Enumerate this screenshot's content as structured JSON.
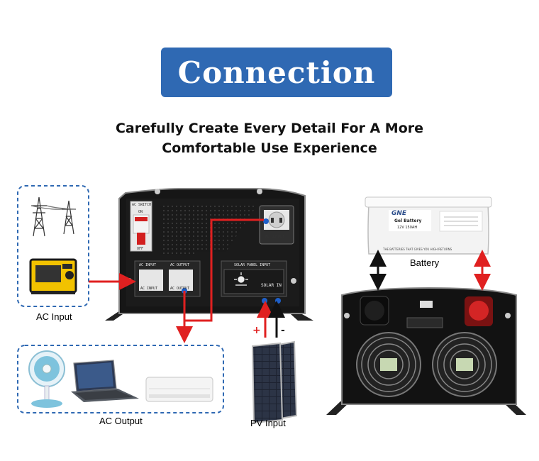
{
  "title": "Connection",
  "subtitle_line1": "Carefully Create Every Detail For A More",
  "subtitle_line2": "Comfortable Use Experience",
  "captions": {
    "ac_input": "AC Input",
    "ac_output": "AC Output",
    "pv_input": "PV Input",
    "battery": "Battery",
    "plus": "+",
    "minus": "-"
  },
  "panel_labels": {
    "ac_switch": "AC SWITCH",
    "on": "ON",
    "off": "OFF",
    "ac_input_header": "AC INPUT",
    "ac_output_header": "AC OUTPUT",
    "solar_header": "SOLAR PANEL INPUT",
    "ac_input_terminal": "AC INPUT",
    "ac_output_terminal": "AC OUTPUT",
    "solar_in": "SOLAR IN",
    "ac_output_socket": "AC OUTPUT"
  },
  "battery_labels": {
    "brand": "GNE",
    "name": "Gel Battery",
    "spec": "12V 150AH",
    "slogan": "THE BATTERIES THAT GIVES YOU HIGH RETURNS"
  },
  "colors": {
    "accent": "#2f69b3",
    "wire_red": "#e02020",
    "wire_black": "#111111",
    "dashed": "#2f69b3"
  }
}
